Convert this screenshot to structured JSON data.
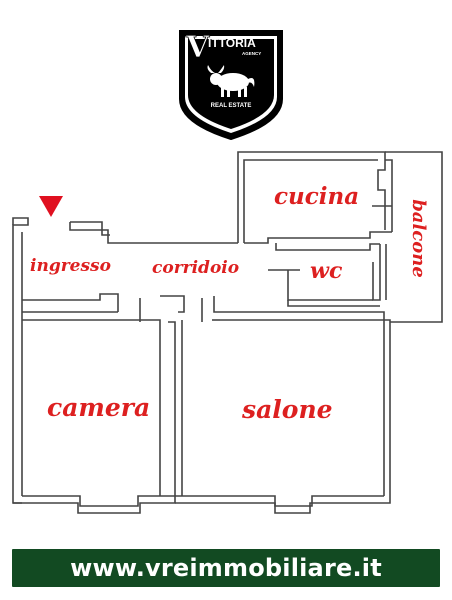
{
  "logo": {
    "brand_letter": "V",
    "brand_rest": "ITTORIA",
    "brand_sub": "AGENCY",
    "tagline": "REAL ESTATE",
    "emblem": "bull-icon"
  },
  "entrance_marker": {
    "icon": "entrance-triangle-icon",
    "color": "#e01020"
  },
  "rooms": {
    "ingresso": "ingresso",
    "corridoio": "corridoio",
    "cucina": "cucina",
    "wc": "wc",
    "balcone": "balcone",
    "camera": "camera",
    "salone": "salone"
  },
  "banner": {
    "text": "www.vreimmobiliare.it"
  },
  "colors": {
    "label": "#dd2020",
    "wall": "#444444",
    "banner_bg": "#124a22",
    "banner_text": "#ffffff"
  }
}
